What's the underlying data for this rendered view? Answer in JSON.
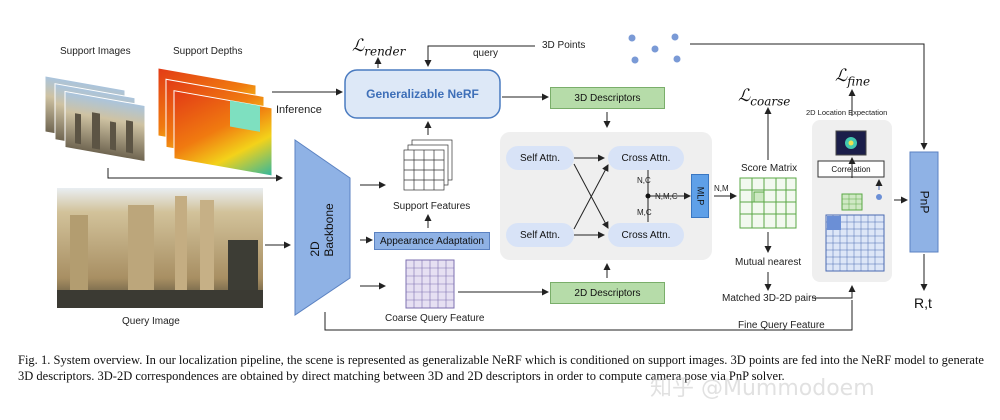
{
  "labels": {
    "support_images": "Support Images",
    "support_depths": "Support Depths",
    "query_image": "Query Image",
    "inference": "Inference",
    "query": "query",
    "points_3d": "3D Points",
    "nerf": "Generalizable NeRF",
    "backbone": "2D Backbone",
    "support_features": "Support Features",
    "appearance_adaptation": "Appearance Adaptation",
    "coarse_query_feature": "Coarse Query Feature",
    "descriptors_3d": "3D Descriptors",
    "descriptors_2d": "2D Descriptors",
    "self_attn_1": "Self Attn.",
    "self_attn_2": "Self Attn.",
    "cross_attn_1": "Cross Attn.",
    "cross_attn_2": "Cross Attn.",
    "nc_top": "N,C",
    "nmc": "N,M,C",
    "mc": "M,C",
    "mlp": "MLP",
    "nm": "N,M",
    "score_matrix": "Score Matrix",
    "mutual_nearest": "Mutual nearest",
    "matched_pairs": "Matched 3D-2D pairs",
    "fine_query_feature": "Fine Query Feature",
    "location_expectation": "2D Location Expectation",
    "correlation": "Correlation",
    "pnp": "PnP",
    "rt": "R,t"
  },
  "losses": {
    "render": {
      "symbol": "ℒ",
      "sub": "render"
    },
    "coarse": {
      "symbol": "ℒ",
      "sub": "coarse"
    },
    "fine": {
      "symbol": "ℒ",
      "sub": "fine"
    }
  },
  "colors": {
    "green_box": "#b6dca9",
    "blue_box": "#8fb2e5",
    "nerf_fill": "#dde8f7",
    "attn_fill": "#d8e3f7",
    "panel_fill": "#efefef",
    "point_color": "#7a9ad6",
    "arrow": "#222222"
  },
  "caption": {
    "text": "Fig. 1.   System overview. In our localization pipeline, the scene is represented as generalizable NeRF which is conditioned on support images. 3D points are fed into the NeRF model to generate 3D descriptors. 3D-2D correspondences are obtained by direct matching between 3D and 2D descriptors in order to compute camera pose via PnP solver."
  },
  "watermark": "知乎 @Mummodoem"
}
